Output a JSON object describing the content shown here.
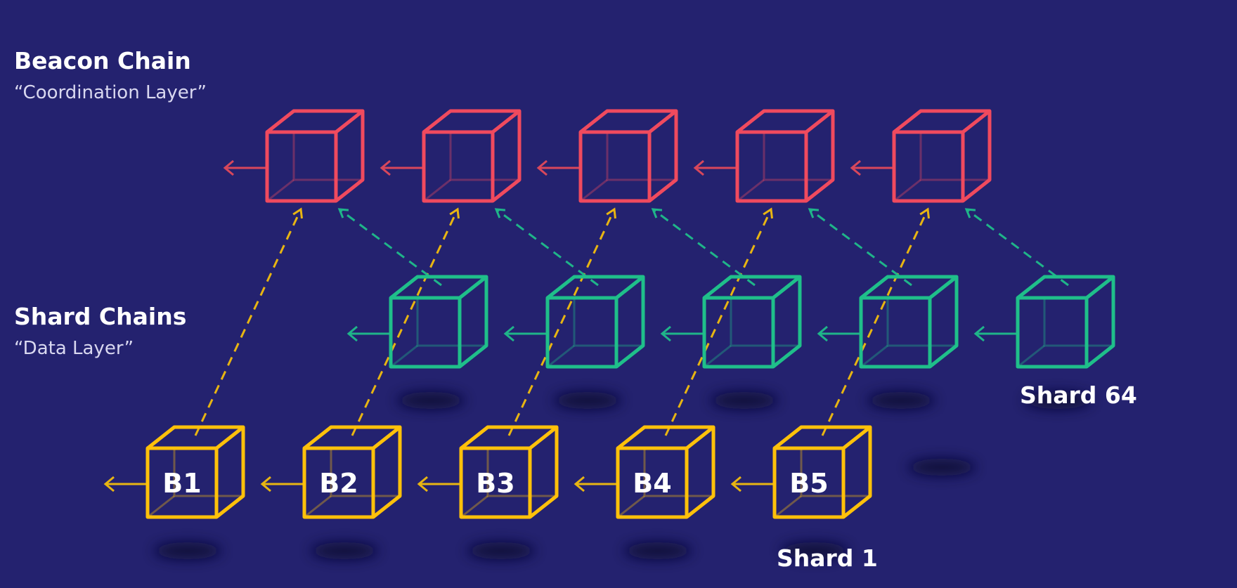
{
  "beacon": {
    "title": "Beacon Chain",
    "subtitle": "“Coordination Layer”",
    "color": "#f04a5e",
    "block_count": 5
  },
  "shards": {
    "title": "Shard Chains",
    "subtitle": "“Data Layer”",
    "color": "#1fbf8a",
    "block_count": 5,
    "label": "Shard 64"
  },
  "shard1": {
    "color": "#ffc10a",
    "label": "Shard 1",
    "blocks": [
      "B1",
      "B2",
      "B3",
      "B4",
      "B5"
    ]
  },
  "arrow_colors": {
    "gold": "#e8b512",
    "green": "#1fb589",
    "red": "#d8475b"
  },
  "background": "#24226f"
}
